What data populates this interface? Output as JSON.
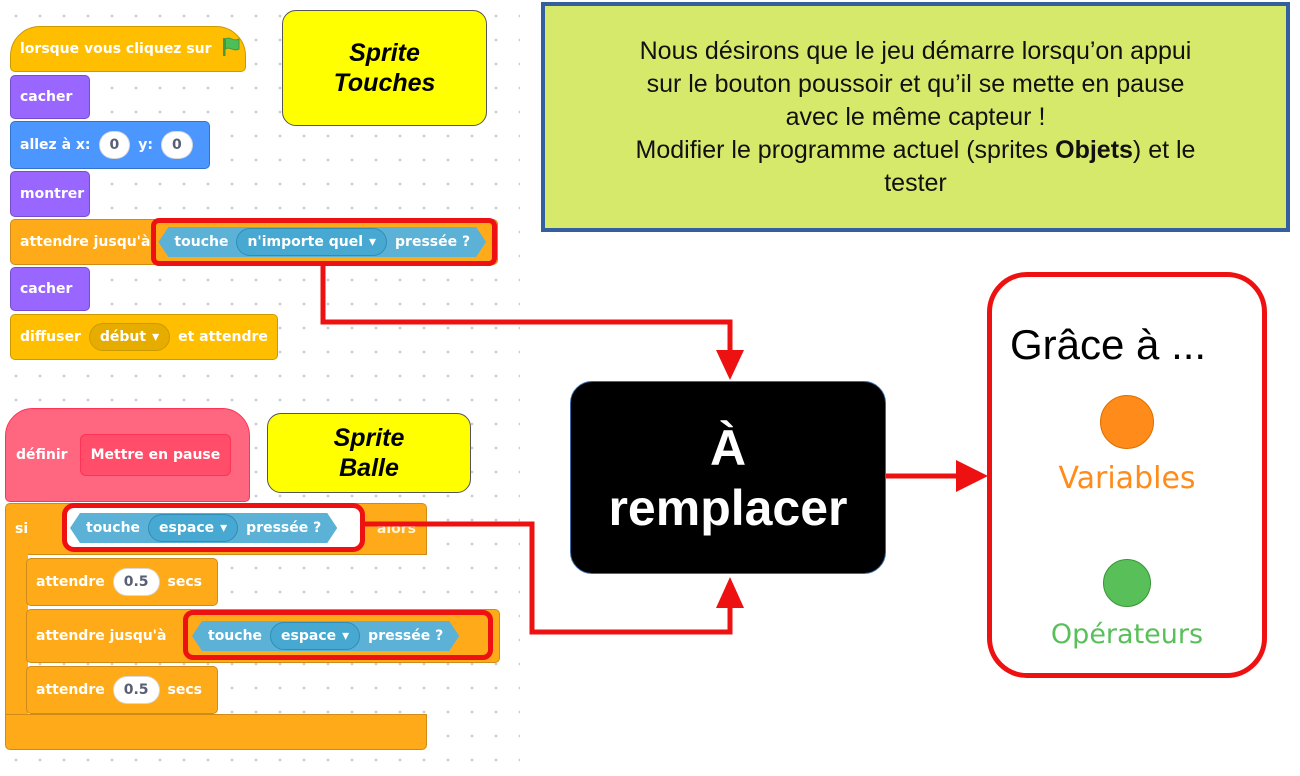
{
  "script1": {
    "when_flag": "lorsque vous cliquez sur",
    "hide1": "cacher",
    "goto_label": "allez à x:",
    "goto_x": "0",
    "goto_y_label": "y:",
    "goto_y": "0",
    "show": "montrer",
    "wait_until": "attendre jusqu'à",
    "key_word": "touche",
    "key_any": "n'importe quel",
    "pressed": "pressée ?",
    "hide2": "cacher",
    "broadcast": "diffuser",
    "broadcast_msg": "début",
    "and_wait": "et attendre"
  },
  "sprite_touches": {
    "line1": "Sprite",
    "line2": "Touches"
  },
  "script2": {
    "define": "définir",
    "proc_name": "Mettre en pause",
    "if_label": "si",
    "then_label": "alors",
    "key_word": "touche",
    "key_space": "espace",
    "pressed": "pressée ?",
    "wait1": "attendre",
    "wait1_val": "0.5",
    "secs1": "secs",
    "wait_until": "attendre jusqu'à",
    "key_word2": "touche",
    "key_space2": "espace",
    "pressed2": "pressée ?",
    "wait2": "attendre",
    "wait2_val": "0.5",
    "secs2": "secs"
  },
  "sprite_balle": {
    "line1": "Sprite",
    "line2": "Balle"
  },
  "instructions": {
    "line1": "Nous désirons que le jeu démarre lorsqu’on appui",
    "line2": "sur le bouton poussoir et qu’il se mette en pause",
    "line3": "avec le même capteur !",
    "line4_pre": "Modifier le programme actuel (sprites ",
    "line4_bold": "Objets",
    "line4_post": ") et le",
    "line5": "tester"
  },
  "replace_box": {
    "line1": "À",
    "line2": "remplacer"
  },
  "grace_box": {
    "title": "Grâce à ...",
    "item1": "Variables",
    "item2": "Opérateurs"
  },
  "colors": {
    "variables": "#ff8c1a",
    "operators": "#59c059",
    "highlight": "#ee1111",
    "instruction_bg": "#d7e96a",
    "sprite_label_bg": "#ffff00"
  }
}
